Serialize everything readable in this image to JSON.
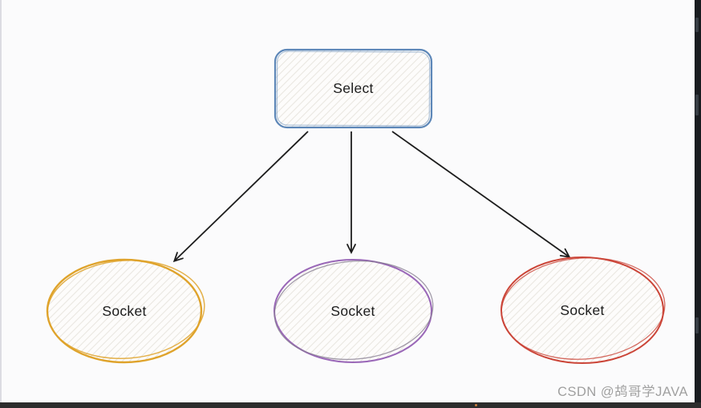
{
  "diagram": {
    "select_node": {
      "label": "Select",
      "border_color": "#5d87b8"
    },
    "sockets": [
      {
        "id": "socket-1",
        "label": "Socket",
        "color": "#dfa32b",
        "sketch_color": "#dfa32b"
      },
      {
        "id": "socket-2",
        "label": "Socket",
        "color": "#9a68b8",
        "sketch_color": "#837a8e"
      },
      {
        "id": "socket-3",
        "label": "Socket",
        "color": "#cb4538",
        "sketch_color": "#cb4538"
      }
    ],
    "edges": [
      {
        "from": "Select",
        "to": "Socket",
        "position": "left"
      },
      {
        "from": "Select",
        "to": "Socket",
        "position": "center"
      },
      {
        "from": "Select",
        "to": "Socket",
        "position": "right"
      }
    ],
    "arrow_color": "#1d1d1d",
    "text_color": "#1c1c1c"
  },
  "watermark": {
    "text": "CSDN @鸪哥学JAVA",
    "color": "#9f9f9f"
  }
}
